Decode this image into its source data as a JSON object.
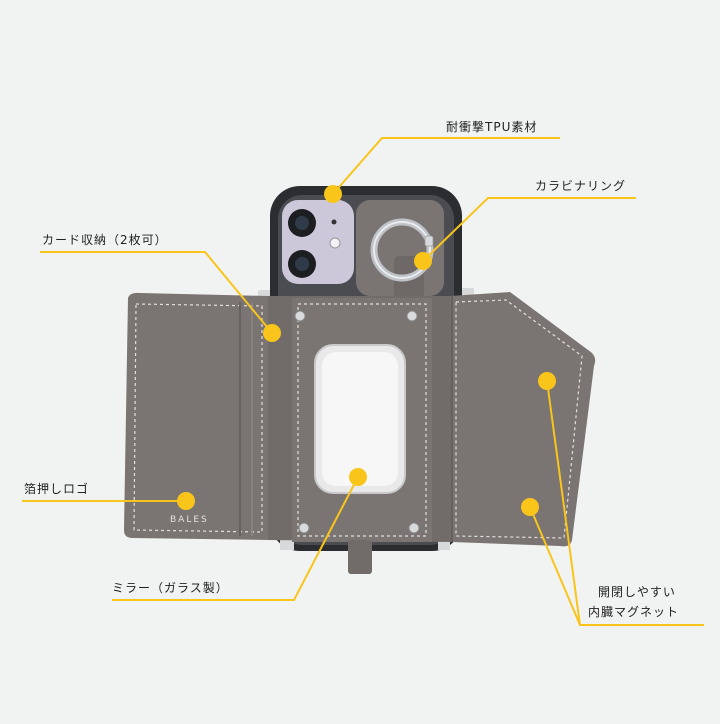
{
  "product": {
    "brand_stamp": "BALES"
  },
  "callouts": [
    {
      "id": "tpu",
      "text": "耐衝撃TPU素材"
    },
    {
      "id": "carabiner",
      "text": "カラビナリング"
    },
    {
      "id": "card",
      "text": "カード収納（2枚可）"
    },
    {
      "id": "logo",
      "text": "箔押しロゴ"
    },
    {
      "id": "mirror",
      "text": "ミラー（ガラス製）"
    },
    {
      "id": "magnet_line1",
      "text": "開閉しやすい"
    },
    {
      "id": "magnet_line2",
      "text": "内臓マグネット"
    }
  ],
  "colors": {
    "background": "#f1f2f2",
    "accent": "#f9c51b",
    "leather": "#7a7472",
    "leather_dark": "#66605e",
    "phone_case": "#2b2d31",
    "phone_body": "#ccc7d9",
    "stitch": "#e4e0dd"
  }
}
